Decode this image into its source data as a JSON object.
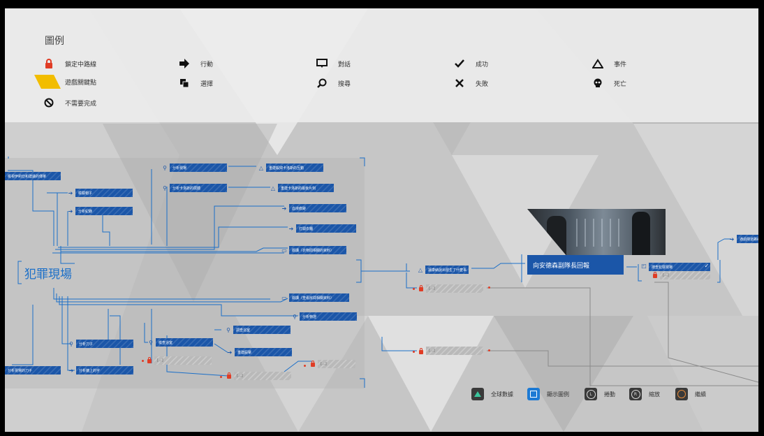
{
  "legend": {
    "title": "圖例",
    "items": [
      {
        "key": "locked",
        "label": "鎖定中路線"
      },
      {
        "key": "key_point",
        "label": "遊戲關鍵點"
      },
      {
        "key": "optional",
        "label": "不需要完成"
      },
      {
        "key": "action",
        "label": "行動"
      },
      {
        "key": "choice",
        "label": "選擇"
      },
      {
        "key": "dialog",
        "label": "對話"
      },
      {
        "key": "search",
        "label": "搜尋"
      },
      {
        "key": "success",
        "label": "成功"
      },
      {
        "key": "fail",
        "label": "失敗"
      },
      {
        "key": "event",
        "label": "事件"
      },
      {
        "key": "death",
        "label": "死亡"
      }
    ]
  },
  "flow": {
    "section_label": "犯罪現場",
    "nodes": {
      "n1": "檢視伊莉亞和建議的傳單",
      "n2": "檢驗帽子",
      "n3": "分析紀錄",
      "n4": "分析現場",
      "n5": "分析卡洛斯的屍體",
      "n6": "重建殺掉卡洛斯的互動",
      "n7": "重建卡洛斯的最後片刻",
      "n8": "血液痕跡",
      "n9": "打開衣櫃",
      "n10": "閱讀（衣物間相關的資料）",
      "n11": "閱讀（查看房間相關資料）",
      "n12": "分析物證",
      "n13": "調查浴室",
      "n14": "檢查浴室",
      "n15": "重建毆擊",
      "n16": "分析刀子",
      "n17": "分析現場的刀子",
      "n18": "分析牆上的字",
      "n19": "讓康納說出發生了什麼事",
      "n20": "向安德森副隊長回報",
      "n21": "搜查犯罪現場",
      "n22": "通過閘道路線"
    },
    "locked_text": "[...]"
  },
  "controls": [
    {
      "key": "triangle",
      "label": "全球數據"
    },
    {
      "key": "touchpad",
      "label": "顯示圖例"
    },
    {
      "key": "l_stick",
      "label": "捲動",
      "stick": "L"
    },
    {
      "key": "r_stick",
      "label": "縮放",
      "stick": "R"
    },
    {
      "key": "circle",
      "label": "繼續"
    }
  ],
  "colors": {
    "accent": "#1b56a8",
    "line": "#1b6fc8",
    "lock": "#e03c25",
    "success": "#3bc49c"
  }
}
